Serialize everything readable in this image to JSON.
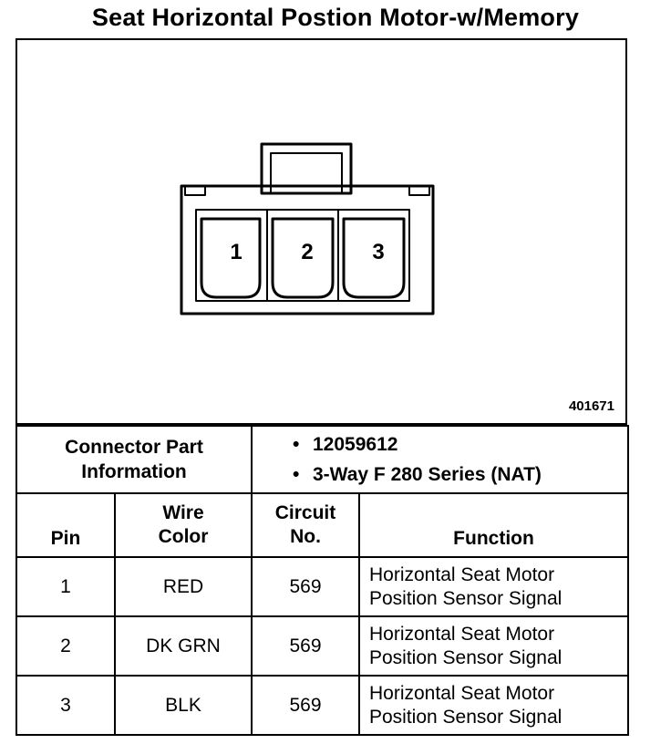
{
  "title": "Seat Horizontal Postion Motor-w/Memory",
  "diagram": {
    "id": "401671",
    "pins": [
      "1",
      "2",
      "3"
    ]
  },
  "connector_info": {
    "label_line1": "Connector Part",
    "label_line2": "Information",
    "items": [
      "12059612",
      "3-Way F 280 Series (NAT)"
    ]
  },
  "table": {
    "headers": {
      "pin": "Pin",
      "wire_color_line1": "Wire",
      "wire_color_line2": "Color",
      "circuit_line1": "Circuit",
      "circuit_line2": "No.",
      "function": "Function"
    },
    "rows": [
      {
        "pin": "1",
        "color": "RED",
        "circuit": "569",
        "function_line1": "Horizontal Seat Motor",
        "function_line2": "Position Sensor Signal"
      },
      {
        "pin": "2",
        "color": "DK GRN",
        "circuit": "569",
        "function_line1": "Horizontal Seat Motor",
        "function_line2": "Position Sensor Signal"
      },
      {
        "pin": "3",
        "color": "BLK",
        "circuit": "569",
        "function_line1": "Horizontal Seat Motor",
        "function_line2": "Position Sensor Signal"
      }
    ]
  }
}
